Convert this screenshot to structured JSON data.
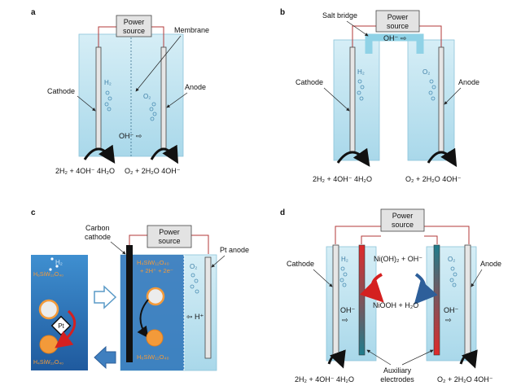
{
  "panels": {
    "a": {
      "letter": "a",
      "power_source": [
        "Power",
        "source"
      ],
      "membrane": "Membrane",
      "cathode": "Cathode",
      "anode": "Anode",
      "h2": "H₂",
      "o2": "O₂",
      "ion": "OH⁻ ⇨",
      "cathode_reaction": "2H₂ + 4OH⁻  4H₂O",
      "anode_reaction": "O₂ + 2H₂O  4OH⁻"
    },
    "b": {
      "letter": "b",
      "power_source": [
        "Power",
        "source"
      ],
      "salt_bridge": "Salt bridge",
      "ion": "OH⁻ ⇨",
      "cathode": "Cathode",
      "anode": "Anode",
      "h2": "H₂",
      "o2": "O₂",
      "cathode_reaction": "2H₂ + 4OH⁻  4H₂O",
      "anode_reaction": "O₂ + 2H₂O  4OH⁻"
    },
    "c": {
      "letter": "c",
      "power_source": [
        "Power",
        "source"
      ],
      "carbon_cathode": [
        "Carbon",
        "cathode"
      ],
      "pt_anode": "Pt anode",
      "h2": "H₂",
      "o2": "O₂",
      "pt": "Pt",
      "hplus": "⇦ H⁺",
      "reduced_top": "H₆SiW₁₂O₄₀",
      "oxidized_bottom": "H₄SiW₁₂O₄₀",
      "reaction_line1": "H₄SiW₁₂O₄₀",
      "reaction_line2": "+ 2H⁺ + 2e⁻",
      "product": "H₆SiW₁₂O₄₀"
    },
    "d": {
      "letter": "d",
      "power_source": [
        "Power",
        "source"
      ],
      "cathode": "Cathode",
      "anode": "Anode",
      "h2": "H₂",
      "o2": "O₂",
      "ion_left": "OH⁻",
      "ion_right": "OH⁻",
      "top_reaction": "Ni(OH)₂ + OH⁻",
      "bottom_reaction": "NiOOH + H₂O",
      "auxiliary": [
        "Auxiliary",
        "electrodes"
      ],
      "cathode_reaction": "2H₂ + 4OH⁻  4H₂O",
      "anode_reaction": "O₂ + 2H₂O  4OH⁻"
    }
  },
  "colors": {
    "electrolyte": "#bfe3f0",
    "wire": "#b33a3a",
    "red_electrode": "#e02a2a",
    "teal_electrode": "#1f7d8c",
    "orange_particle": "#f39a3a",
    "blue_panel": "#2a72b8"
  }
}
